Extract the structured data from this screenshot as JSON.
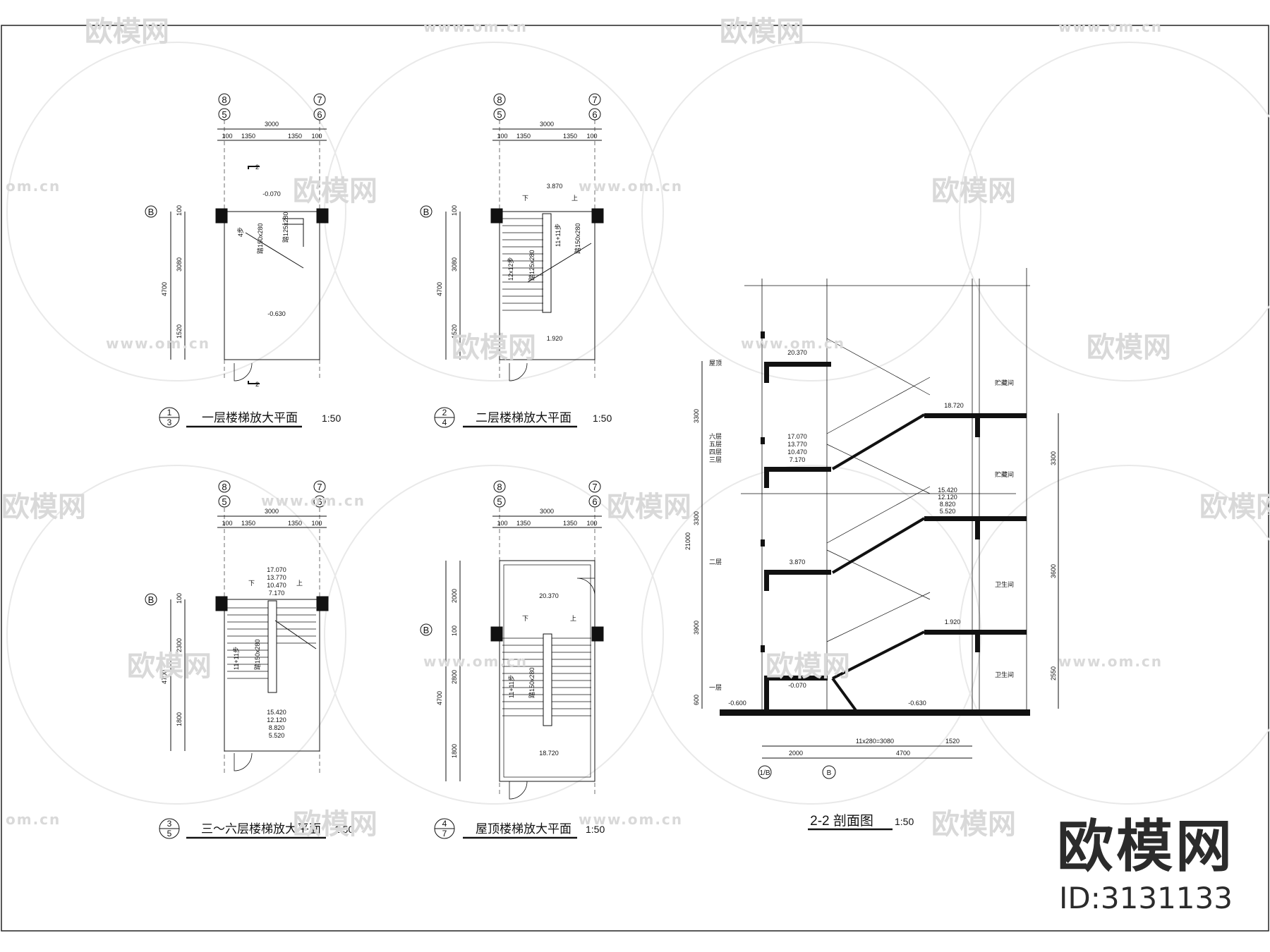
{
  "plans": [
    {
      "caption": "一层楼梯放大平面",
      "scale": "1:50",
      "idx_top": "1",
      "idx_bot": "3"
    },
    {
      "caption": "二层楼梯放大平面",
      "scale": "1:50",
      "idx_top": "2",
      "idx_bot": "4"
    },
    {
      "caption": "三～六层楼梯放大平面",
      "scale": "1:50",
      "idx_top": "3",
      "idx_bot": "5"
    },
    {
      "caption": "屋顶楼梯放大平面",
      "scale": "1:50",
      "idx_top": "4",
      "idx_bot": "7"
    }
  ],
  "axes": {
    "top_left_a": "8",
    "top_left_b": "5",
    "top_right_a": "7",
    "top_right_b": "6",
    "left": "B"
  },
  "dims": {
    "total_w": "3000",
    "seg_a": "100",
    "seg_b": "1350",
    "seg_c": "1350",
    "seg_d": "100",
    "p1_v": [
      "100",
      "3080",
      "1520"
    ],
    "p1_total": "4700",
    "p2_v": [
      "100",
      "3080",
      "1520"
    ],
    "p2_total": "4700",
    "p3_v": [
      "100",
      "2300",
      "1800"
    ],
    "p3_total": "4700",
    "p4_v": [
      "2000",
      "100",
      "2800",
      "1800"
    ],
    "p4_total": "4700"
  },
  "plan_notes": {
    "p1_top": "-0.070",
    "p1_mid": "-0.630",
    "p1_stair_a": "4步",
    "p1_stair_b": "踏150x280",
    "p1_stair_c": "踏125x280",
    "p2_top": "3.870",
    "p2_bot": "1.920",
    "p2_stair_a": "12x12步",
    "p2_stair_b": "踏125x280",
    "p2_stair_c": "11+11步",
    "p2_stair_d": "踏150x280",
    "p3_top": [
      "17.070",
      "13.770",
      "10.470",
      "7.170"
    ],
    "p3_bot": [
      "15.420",
      "12.120",
      "8.820",
      "5.520"
    ],
    "p3_stair_a": "11+11步",
    "p3_stair_b": "踏150x280",
    "p4_top": "20.370",
    "p4_bot": "18.720",
    "p4_stair_a": "11+11步",
    "p4_stair_b": "踏150x280",
    "up": "上",
    "down": "下",
    "cut_label": "2"
  },
  "section": {
    "title": "2-2 剖面图",
    "scale": "1:50",
    "levels": [
      "20.370",
      "18.720",
      "17.070",
      "13.770",
      "10.470",
      "7.170",
      "15.420",
      "12.120",
      "8.820",
      "5.520",
      "3.870",
      "1.920",
      "-0.070",
      "-0.600",
      "-0.630"
    ],
    "left_dims": [
      "3300",
      "3300",
      "3900",
      "600"
    ],
    "left_total": "21000",
    "left_tags": [
      "屋顶",
      "六层",
      "五层",
      "四层",
      "三层",
      "二层",
      "一层"
    ],
    "right_dims": [
      "3300",
      "3600",
      "2550"
    ],
    "rooms": [
      "贮藏间",
      "贮藏间",
      "卫生间",
      "卫生间"
    ],
    "bottom_dims": [
      "11x280=3080",
      "1520",
      "2000",
      "4700"
    ],
    "axis_a": "1/B",
    "axis_b": "B"
  },
  "watermark": {
    "logo": "欧模网",
    "url": "www.om.cn",
    "edge": "om.cn"
  },
  "brand": {
    "name": "欧模网",
    "id": "ID:3131133"
  }
}
